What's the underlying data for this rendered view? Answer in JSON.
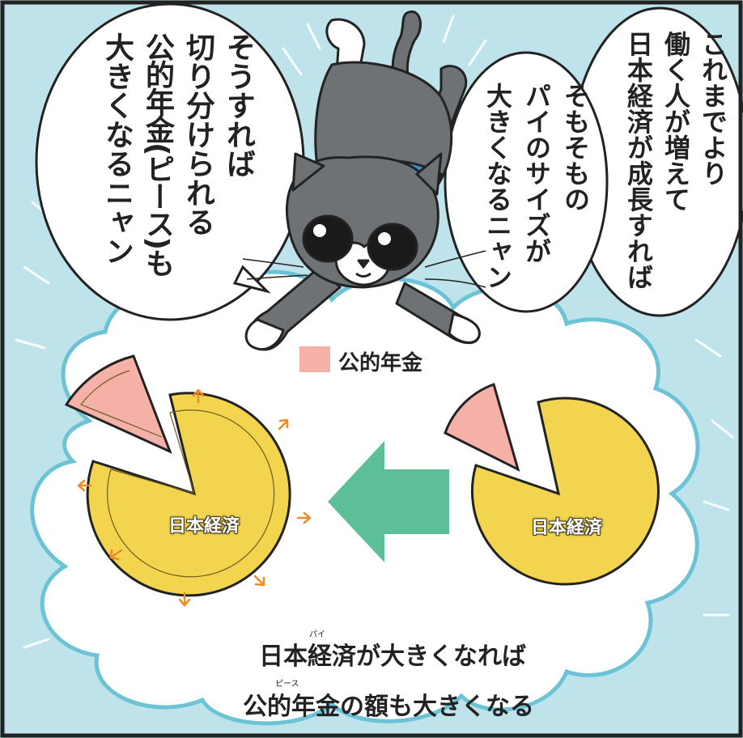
{
  "bubbles": {
    "left": [
      "そうすれば",
      "切り分けられる",
      "公的年金(ピース)も",
      "大きくなるニャン"
    ],
    "middle": [
      "そもそもの",
      "パイのサイズが",
      "大きくなるニャン"
    ],
    "right": [
      "これまでより",
      "働く人が増えて",
      "日本経済が成長すれば"
    ]
  },
  "legend": {
    "label": "公的年金",
    "color": "#f5b0a8"
  },
  "pies": {
    "large_label": "日本経済",
    "small_label": "日本経済",
    "economy_color": "#f2d44e",
    "pension_color": "#f5b0a8",
    "growth_arrow_color": "#f08a24"
  },
  "arrow": {
    "color": "#5dbf98"
  },
  "caption": {
    "line1": "日本経済が大きくなれば",
    "line2": "公的年金の額も大きくなる",
    "ruby1": "パイ",
    "ruby2": "ピース"
  },
  "colors": {
    "sky": "#bfe3ea",
    "cloud_outline": "#6cc3d6",
    "cat_gray": "#6f7275",
    "collar": "#3a8fd0"
  }
}
